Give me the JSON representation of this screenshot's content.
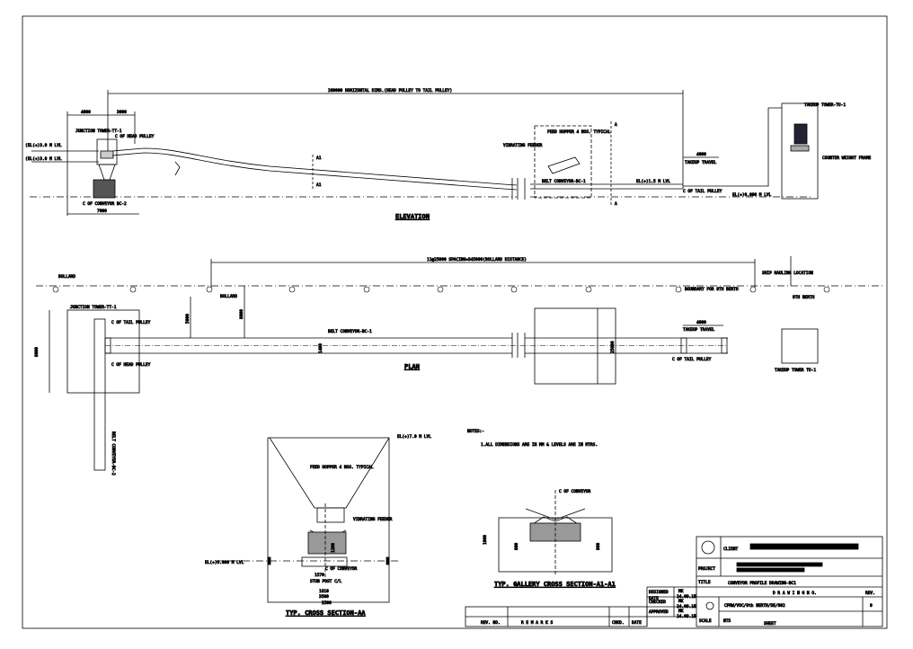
{
  "elevation": {
    "title": "ELEVATION",
    "horizontal_dim": "260000 HORIZONTAL DIMS.(HEAD PULLEY TO TAIL PULLEY)",
    "dim_4000": "4000",
    "dim_3000": "3000",
    "dim_7000": "7000",
    "junction_tower": "JUNCTION TOWER-TT-1",
    "head_pulley": "C OF HEAD PULLEY",
    "el1": "(EL(+)3.0 M LVL",
    "el2": "(EL(+)3.0 M LVL",
    "cl_conveyor": "C OF CONVEYOR BC-2",
    "section_a1": "A1",
    "vibrating_feeder": "VIBRATING FEEDER",
    "feed_hopper": "FEED HOPPER 4 NOS. TYPICAL",
    "belt_conveyor": "BELT CONVEYOR-BC-1",
    "section_a": "A",
    "el_belt": "EL(+)1.5 M LVL",
    "takeup_travel_dim": "4000",
    "takeup_travel": "TAKEUP TRAVEL",
    "tail_pulley": "C OF TAIL PULLEY",
    "el_ground": "EL(+)0.000 M LVL",
    "takeup_tower": "TAKEUP TOWER-TU-1",
    "counter_weight": "COUNTER WEIGHT FRAME"
  },
  "plan": {
    "title": "PLAN",
    "bollard_left": "BOLLARD",
    "spacing_dim": "11@25000 SPACING=345000(BOLLARD DISTANCE)",
    "ship_hauling": "SHIP HAULING LOCATION",
    "bollard_mid": "BOLLARD",
    "boundary": "BOUNDARY FOR 9TH BERTH",
    "berth": "9TH BERTH",
    "junction_tower": "JUNCTION TOWER-TT-1",
    "tail_pulley_top": "C OF TAIL PULLEY",
    "head_pulley": "C OF HEAD PULLEY",
    "dim_5000": "5000",
    "dim_8000": "8000",
    "dim_8000_left": "8000",
    "belt_conveyor": "BELT CONVEYOR-BC-1",
    "width_1400": "1400",
    "width_25000": "25000",
    "takeup_dim": "4000",
    "takeup_travel": "TAKEUP TRAVEL",
    "tail_pulley": "C OF TAIL PULLEY",
    "takeup_tower": "TAKEUP TOWER TU-1",
    "belt_conveyor_bc2": "BELT CONVEYOR-BC-2"
  },
  "notes": {
    "heading": "NOTES:-",
    "line1": "1.ALL DIMENSIONS ARE IN MM & LEVELS ARE IN MTRS."
  },
  "section_aa": {
    "title": "TYP. CROSS SECTION-AA",
    "el_top": "EL(+)7.0 M LVL",
    "feed_hopper": "FEED HOPPER 4 NOS. TYPICAL",
    "vibrating_feeder": "VIBRATING FEEDER",
    "el_ground": "EL(+)0.000 M LVL",
    "cl_conveyor": "C OF CONVEYOR",
    "dim_1200": "1200",
    "dim_1570": "1570",
    "dim_1810": "1810",
    "dim_2500": "2500",
    "dim_3500": "3500",
    "post": "STUB POST C/L"
  },
  "section_a1": {
    "title": "TYP. GALLERY CROSS SECTION-A1-A1",
    "cl_conveyor": "C OF CONVEYOR",
    "dim_1000": "1000",
    "dim_800_left": "800",
    "dim_800_right": "800"
  },
  "title_block": {
    "client_label": "CLIENT",
    "project_label": "PROJECT",
    "title_label": "TITLE",
    "title_value": "CONVEYOR PROFILE DRAWING-BC1",
    "designed": "DESIGNED",
    "designed_by": "MK",
    "date_label": "DATE",
    "date1": "24.09.15",
    "checked": "CHECKED",
    "checked_by": "MK",
    "date2": "24.09.15",
    "approved": "APPROVED",
    "approved_by": "MK",
    "date3": "24.09.15",
    "drawing_no_label": "D R A W I N G   N O.",
    "drawing_no": "CPRW/VOC/9th BERTH/DE/002",
    "rev_label": "REV.",
    "rev_value": "0",
    "scale_label": "SCALE",
    "scale_value": "NTS",
    "sheet": "SHEET"
  },
  "revision_table": {
    "rev_no": "REV. NO.",
    "remarks": "R E M A R K S",
    "chkd": "CHKD.",
    "date": "DATE"
  }
}
